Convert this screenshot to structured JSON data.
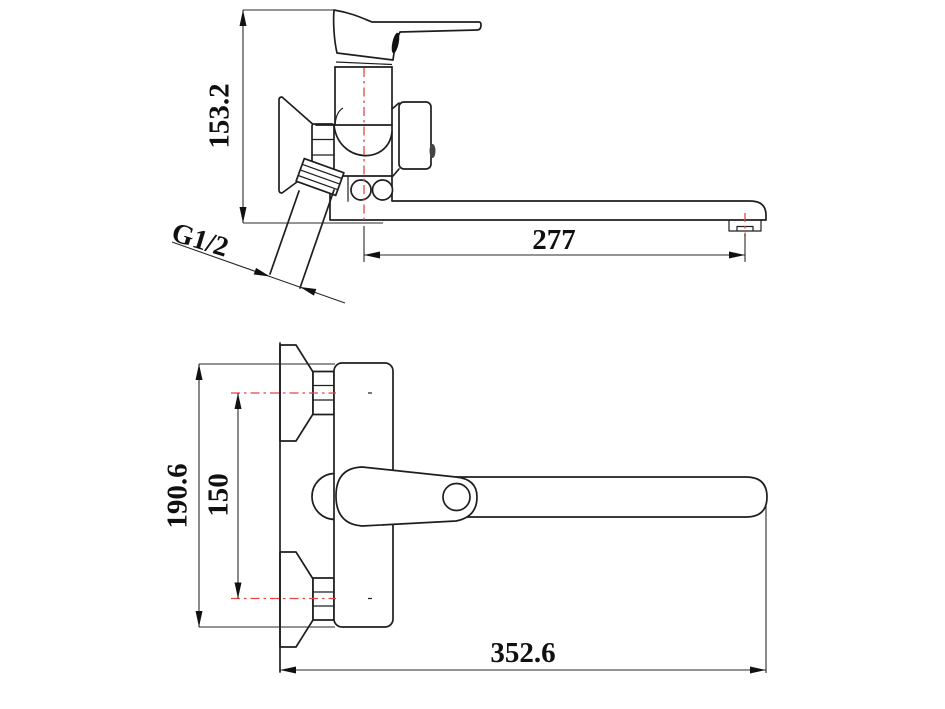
{
  "drawing": {
    "description": "Two-view technical dimension drawing of a wall-mounted single-lever faucet with long swivel spout and shower hose outlet",
    "background": "#ffffff",
    "line_color": "#1e1e1e",
    "centerline_color": "#e8443e",
    "views": {
      "side_view": {
        "name": "side view",
        "dimensions": {
          "overall_height": "153.2",
          "spout_reach": "277",
          "inlet_thread": "G1/2"
        }
      },
      "plan_view": {
        "name": "plan view",
        "dimensions": {
          "body_overall_width": "190.6",
          "inlet_centers": "150",
          "overall_length": "352.6"
        }
      }
    }
  }
}
